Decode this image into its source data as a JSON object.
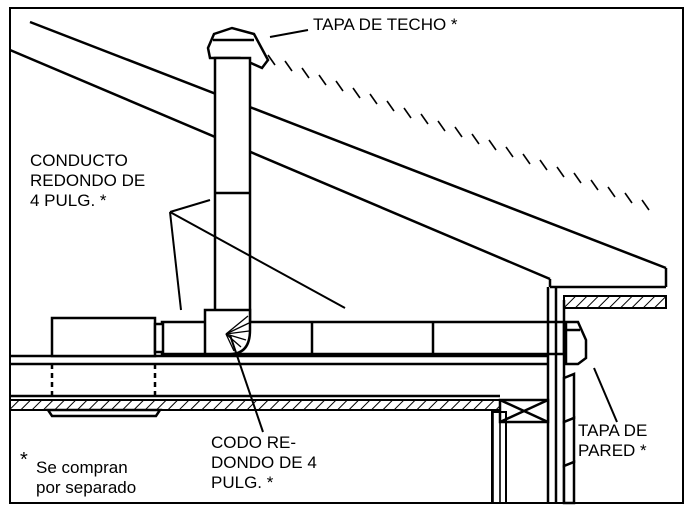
{
  "labels": {
    "roof_cap": "TAPA DE TECHO *",
    "round_duct": "CONDUCTO\nREDONDO DE\n4 PULG. *",
    "round_elbow": "CODO RE-\nDONDO DE 4\nPULG. *",
    "wall_cap": "TAPA DE\nPARED *",
    "asterisk": "*",
    "purchased_separately": "Se compran\npor separado"
  },
  "colors": {
    "line": "#000000",
    "background": "#ffffff"
  }
}
